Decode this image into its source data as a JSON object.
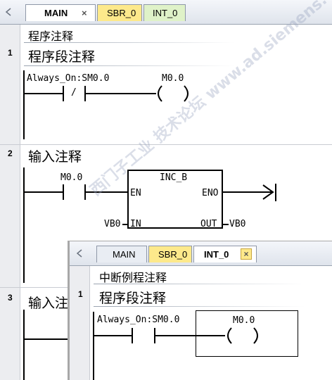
{
  "main_window": {
    "tabs": [
      {
        "label": "MAIN",
        "close": "×"
      },
      {
        "label": "SBR_0"
      },
      {
        "label": "INT_0"
      }
    ],
    "program_comment": "程序注释",
    "networks": [
      {
        "number": "1",
        "comment": "程序段注释",
        "contact_label": "Always_On:SM0.0",
        "contact_symbol": "/",
        "coil_label": "M0.0"
      },
      {
        "number": "2",
        "comment": "输入注释",
        "contact_label": "M0.0",
        "box": {
          "title": "INC_B",
          "en": "EN",
          "eno": "ENO",
          "in": "IN",
          "out": "OUT"
        },
        "in_operand": "VB0",
        "out_operand": "VB0"
      },
      {
        "number": "3",
        "comment": "输入注释"
      }
    ]
  },
  "overlay_window": {
    "tabs": [
      {
        "label": "MAIN"
      },
      {
        "label": "SBR_0"
      },
      {
        "label": "INT_0",
        "close": "×"
      }
    ],
    "program_comment": "中断例程注释",
    "network": {
      "number": "1",
      "comment": "程序段注释",
      "contact_label": "Always_On:SM0.0",
      "coil_label": "M0.0"
    }
  },
  "watermark": "西门子工业 技术论坛 www.ad.siemens.com.cn industry.siemens.com"
}
